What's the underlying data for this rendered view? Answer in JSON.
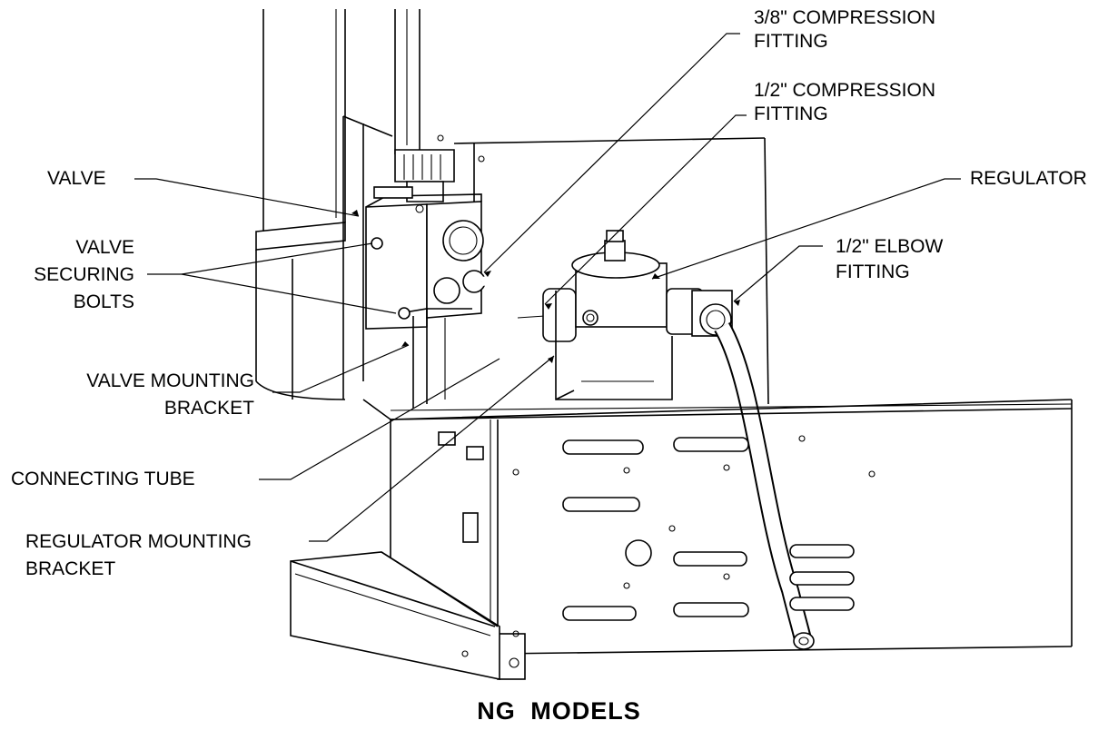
{
  "callouts": {
    "compression_38": [
      "3/8\" COMPRESSION",
      "FITTING"
    ],
    "compression_12": [
      "1/2\" COMPRESSION",
      "FITTING"
    ],
    "valve": "VALVE",
    "regulator": "REGULATOR",
    "valve_securing_bolts": [
      "VALVE",
      "SECURING",
      "BOLTS"
    ],
    "elbow_12": [
      "1/2\" ELBOW",
      "FITTING"
    ],
    "valve_mounting_bracket": [
      "VALVE MOUNTING",
      "BRACKET"
    ],
    "connecting_tube": "CONNECTING TUBE",
    "regulator_mounting_bracket": [
      "REGULATOR MOUNTING",
      "BRACKET"
    ]
  },
  "caption": "NG MODELS"
}
